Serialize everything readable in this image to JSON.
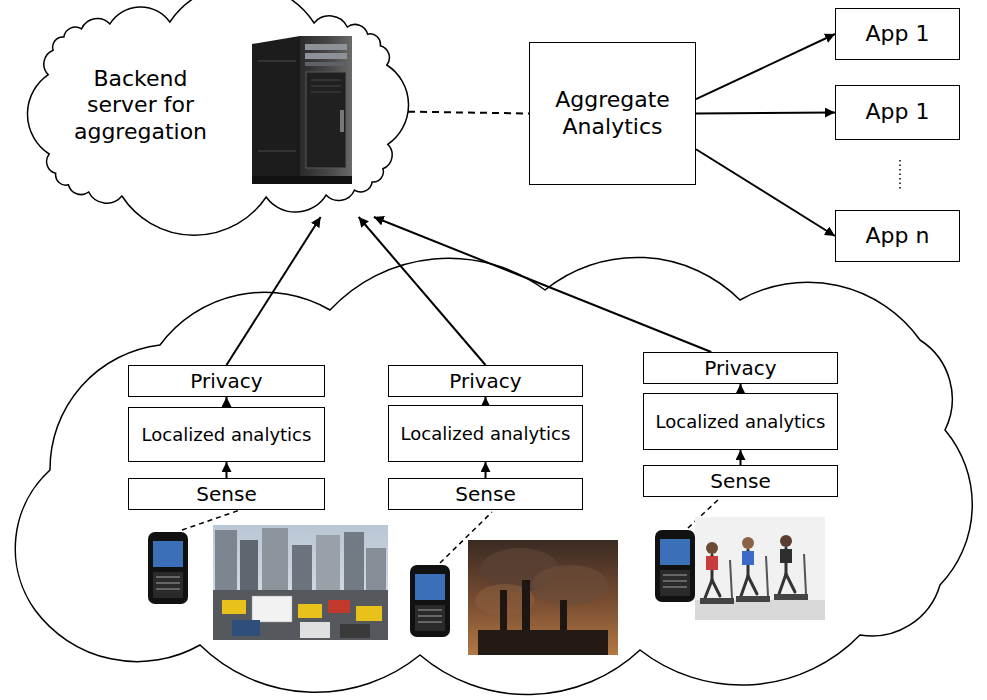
{
  "diagram": {
    "nodes": [
      {
        "text": [
          "Backend server for aggregation"
        ]
      },
      {
        "text": [
          "Aggregate Analytics"
        ]
      },
      {
        "text": [
          "App 1"
        ]
      },
      {
        "text": [
          "App 1"
        ]
      },
      {
        "text": [
          "App n"
        ]
      },
      {
        "text": [
          "Privacy"
        ]
      },
      {
        "text": [
          "Localized analytics"
        ]
      },
      {
        "text": [
          "Sense"
        ]
      },
      {
        "text": [
          "Privacy"
        ]
      },
      {
        "text": [
          "Localized analytics"
        ]
      },
      {
        "text": [
          "Sense"
        ]
      },
      {
        "text": [
          "Privacy"
        ]
      },
      {
        "text": [
          "Localized analytics"
        ]
      },
      {
        "text": [
          "Sense"
        ]
      }
    ],
    "edges": [
      {
        "from": 0,
        "to": 1,
        "arrow": "none"
      },
      {
        "from": 1,
        "to": 2,
        "arrow": "to"
      },
      {
        "from": 1,
        "to": 3,
        "arrow": "to"
      },
      {
        "from": 1,
        "to": 4,
        "arrow": "to"
      },
      {
        "from": 7,
        "to": 6,
        "arrow": "to"
      },
      {
        "from": 6,
        "to": 5,
        "arrow": "to"
      },
      {
        "from": 10,
        "to": 9,
        "arrow": "to"
      },
      {
        "from": 9,
        "to": 8,
        "arrow": "to"
      },
      {
        "from": 13,
        "to": 12,
        "arrow": "to"
      },
      {
        "from": 12,
        "to": 11,
        "arrow": "to"
      },
      {
        "from": 5,
        "to": 0,
        "arrow": "to"
      },
      {
        "from": 8,
        "to": 0,
        "arrow": "to"
      },
      {
        "from": 11,
        "to": 0,
        "arrow": "to"
      }
    ]
  }
}
